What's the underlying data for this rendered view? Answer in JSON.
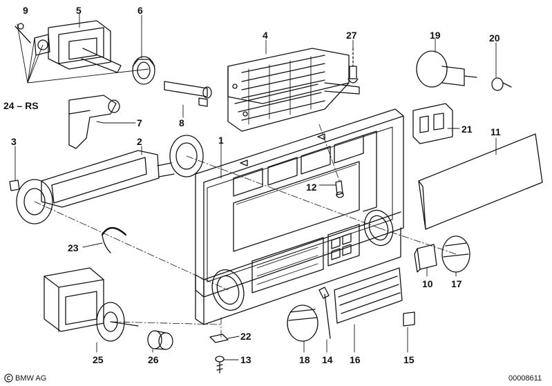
{
  "diagram": {
    "part_labels": {
      "p1": "1",
      "p2": "2",
      "p3": "3",
      "p4": "4",
      "p5": "5",
      "p6": "6",
      "p7": "7",
      "p8": "8",
      "p9": "9",
      "p10": "10",
      "p11": "11",
      "p12": "12",
      "p13": "13",
      "p14": "14",
      "p15": "15",
      "p16": "16",
      "p17": "17",
      "p18": "18",
      "p19": "19",
      "p20": "20",
      "p21": "21",
      "p22": "22",
      "p23": "23",
      "p24": "24 – RS",
      "p25": "25",
      "p26": "26",
      "p27": "27"
    },
    "footer": {
      "brand": "BMW AG",
      "drawing_number": "00008611"
    },
    "colors": {
      "ink": "#111111",
      "shade": "#555555",
      "paper": "#ffffff"
    }
  }
}
